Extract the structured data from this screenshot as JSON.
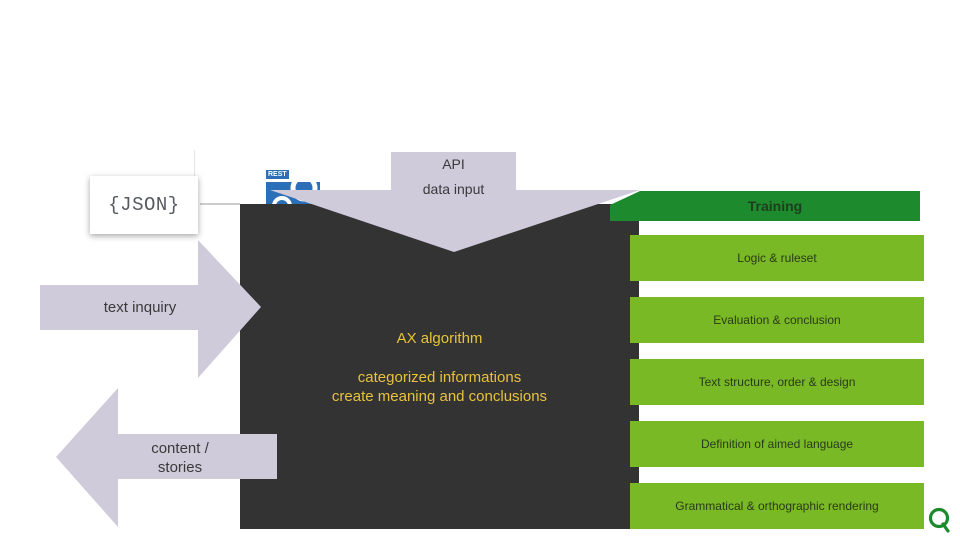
{
  "colors": {
    "core": "#333333",
    "arrow": "#cfcbdb",
    "training_header": "#1e8a2e",
    "step": "#79b925",
    "core_text": "#e8c23a",
    "brand": "#1e8a2e"
  },
  "logos": {
    "json": "{JSON}",
    "rest": "REST"
  },
  "api_arrow": {
    "line1": "API",
    "line2": "data input"
  },
  "inquiry_arrow": {
    "label": "text inquiry"
  },
  "output_arrow": {
    "line1": "content /",
    "line2": "stories"
  },
  "core": {
    "title": "AX algorithm",
    "line1": "categorized informations",
    "line2": "create meaning and conclusions"
  },
  "training": {
    "header": "Training",
    "steps": [
      "Logic & ruleset",
      "Evaluation & conclusion",
      "Text structure, order & design",
      "Definition of aimed language",
      "Grammatical & orthographic rendering"
    ]
  },
  "icons": {
    "json_logo": "json-logo",
    "rest_logo": "rest-gear-icon",
    "brand_logo": "q-brand-icon"
  }
}
